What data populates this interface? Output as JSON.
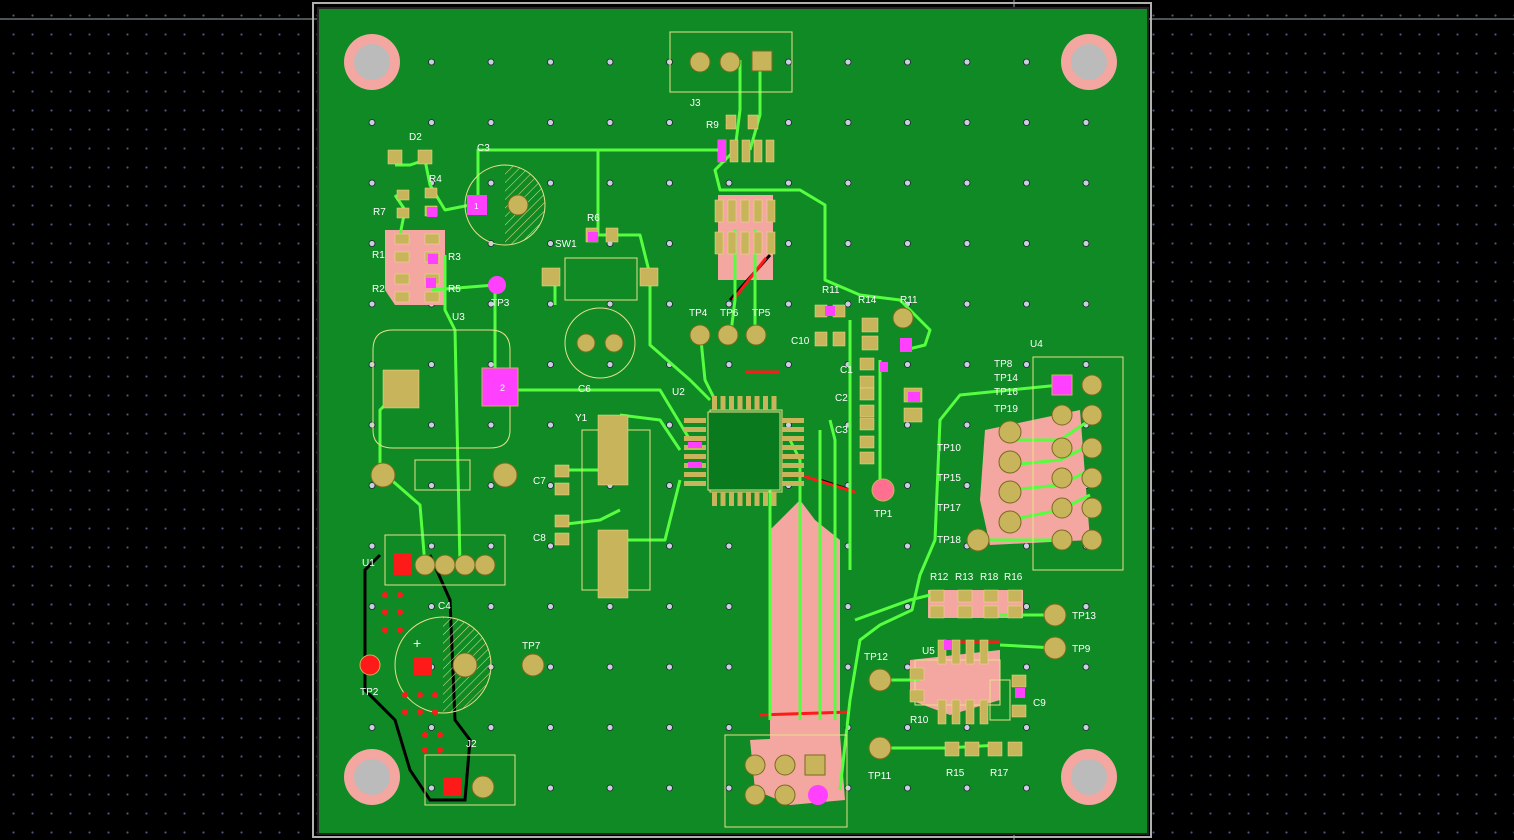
{
  "colors": {
    "board": "#0f8a24",
    "pad": "#c8b45a",
    "silk": "#e8e08a",
    "copper": "#f3a7a0",
    "trace": "#55ff40",
    "via": "#ff40ff",
    "dark": "#000000",
    "red": "#ff1a1a"
  },
  "components": {
    "J3": "J3",
    "R9": "R9",
    "D2": "D2",
    "R4": "R4",
    "C3": "C3",
    "R7": "R7",
    "R6": "R6",
    "SW1": "SW1",
    "R1": "R1",
    "R3": "R3",
    "R5": "R5",
    "R2": "R2",
    "TP3": "TP3",
    "U3": "U3",
    "TP4": "TP4",
    "TP6": "TP6",
    "TP5": "TP5",
    "C6": "C6",
    "U2": "U2",
    "C10": "C10",
    "R11a": "R11",
    "R14": "R14",
    "R11b": "R11",
    "C1": "C1",
    "C2": "C2",
    "C3b": "C3",
    "Y1": "Y1",
    "C7": "C7",
    "C8": "C8",
    "TP1": "TP1",
    "U4": "U4",
    "TP8": "TP8",
    "TP14": "TP14",
    "TP16": "TP16",
    "TP19": "TP19",
    "TP10": "TP10",
    "TP15": "TP15",
    "TP17": "TP17",
    "TP18": "TP18",
    "U1": "U1",
    "C4": "C4",
    "TP2": "TP2",
    "TP7": "TP7",
    "J2": "J2",
    "R12": "R12",
    "R13": "R13",
    "R18": "R18",
    "R16": "R16",
    "TP13": "TP13",
    "TP9": "TP9",
    "TP12": "TP12",
    "U5": "U5",
    "C9": "C9",
    "R10": "R10",
    "TP11": "TP11",
    "R15": "R15",
    "R17": "R17"
  },
  "pin_marks": {
    "one": "1",
    "two": "2",
    "plus": "+"
  }
}
